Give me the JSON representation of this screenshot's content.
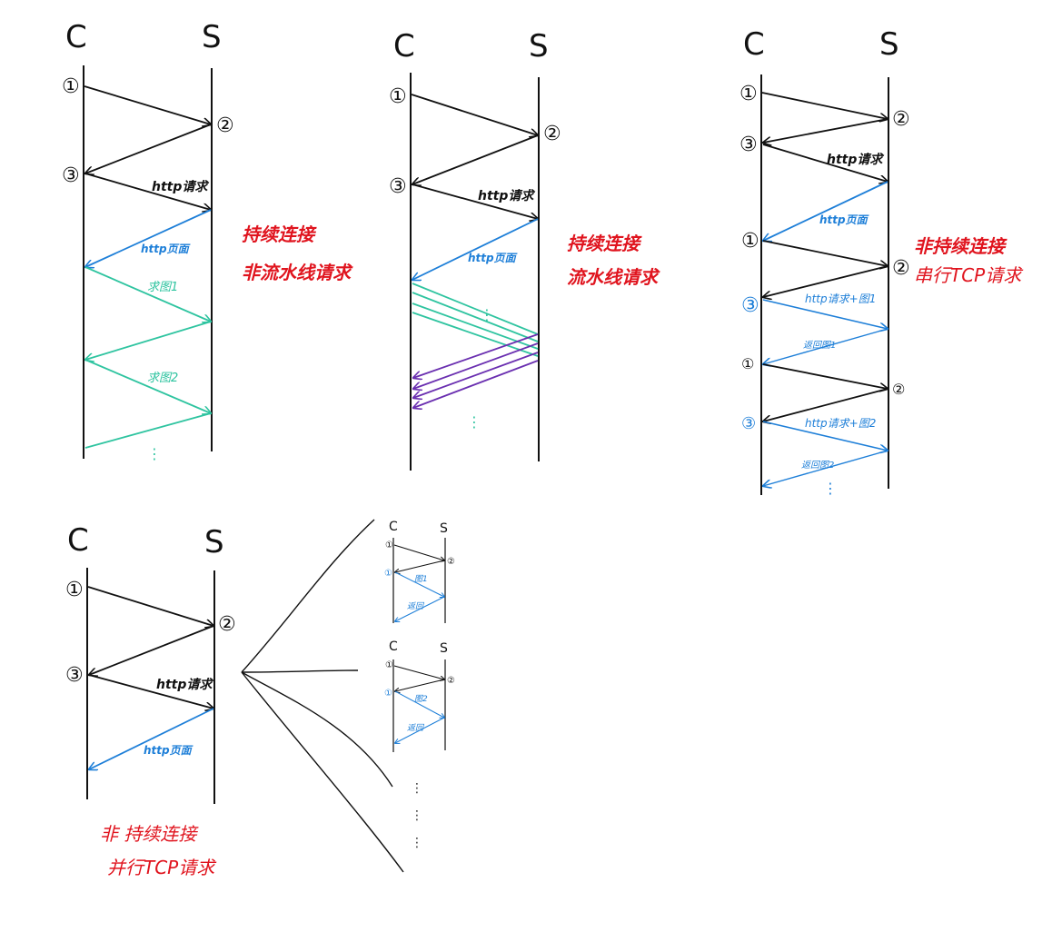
{
  "endpoints": {
    "client": "C",
    "server": "S"
  },
  "steps": {
    "s1": "①",
    "s2": "②",
    "s3": "③"
  },
  "messages": {
    "http_request": "http请求",
    "http_page": "http页面",
    "req_img1": "求图1",
    "req_img2": "求图2",
    "http_req_img1": "http请求+图1",
    "http_req_img2": "http请求+图2",
    "return_img1": "返回图1",
    "return_img2": "返回图2",
    "img1": "图1",
    "img2": "图2",
    "return_short": "返回",
    "ellipsis_v": "⋮"
  },
  "diagrams": [
    {
      "id": "persistent-nonpipelined",
      "title_line1": "持续连接",
      "title_line2": "非流水线请求"
    },
    {
      "id": "persistent-pipelined",
      "title_line1": "持续连接",
      "title_line2": "流水线请求"
    },
    {
      "id": "nonpersistent-serial",
      "title_line1": "非持续连接",
      "title_line2": "串行TCP请求"
    },
    {
      "id": "nonpersistent-parallel",
      "title_line1": "非 持续连接",
      "title_line2": "并行TCP请求"
    }
  ],
  "colors": {
    "black": "#111111",
    "blue": "#1e7fd8",
    "teal": "#2fc4a0",
    "purple": "#6a2fb0",
    "red": "#e0141e"
  }
}
